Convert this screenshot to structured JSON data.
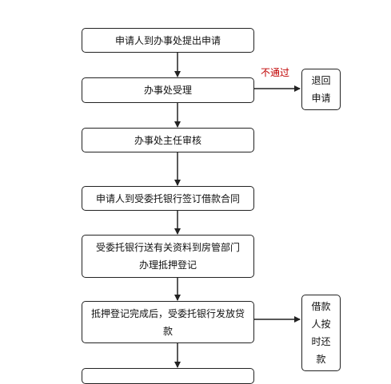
{
  "nodes": {
    "apply": "申请人到办事处提出申请",
    "accept": "办事处受理",
    "review": "办事处主任审核",
    "sign": "申请人到受委托银行签订借款合同",
    "send_line1": "受委托银行送有关资料到房管部门",
    "send_line2": "办理抵押登记",
    "release_line1": "抵押登记完成后，受委托银行发放贷",
    "release_line2": "款",
    "return_line1": "退回",
    "return_line2": "申请",
    "repay_line1": "借款",
    "repay_line2": "人按",
    "repay_line3": "时还",
    "repay_line4": "款"
  },
  "edge_labels": {
    "not_passed": "不通过"
  }
}
